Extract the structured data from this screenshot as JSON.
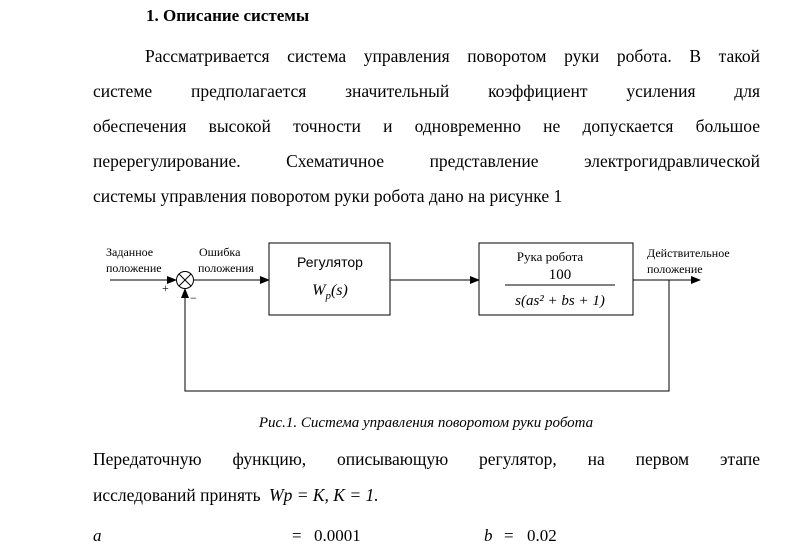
{
  "heading": "1.  Описание системы",
  "paragraph1": {
    "lines": [
      "Рассматривается система управления поворотом руки робота. В такой",
      "системе предполагается значительный коэффициент усиления для",
      "обеспечения высокой точности и одновременно не допускается большое",
      "перерегулирование. Схематичное представление электрогидравлической",
      "системы управления поворотом руки робота дано на рисунке 1"
    ]
  },
  "diagram": {
    "input_label_1": "Заданное",
    "input_label_2": "положение",
    "error_label_1": "Ошибка",
    "error_label_2": "положения",
    "plus_sign": "+",
    "minus_sign": "−",
    "regulator_title": "Регулятор",
    "regulator_tf_symbol": "W",
    "regulator_tf_sub": "p",
    "regulator_tf_arg": "(s)",
    "arm_title": "Рука робота",
    "arm_numerator": "100",
    "arm_denominator": "s(as² + bs + 1)",
    "output_label_1": "Действительное",
    "output_label_2": "положение"
  },
  "caption": "Рис.1. Система управления поворотом руки робота",
  "paragraph2": {
    "line1": "Передаточную функцию, описывающую регулятор, на первом этапе",
    "line2_text": "исследований принять",
    "line2_formula": "Wp = K,   K = 1."
  },
  "params": {
    "a_name": "a",
    "a_eq": "=",
    "a_value": "0.0001",
    "b_name": "b",
    "b_eq": "=",
    "b_value": "0.02"
  }
}
